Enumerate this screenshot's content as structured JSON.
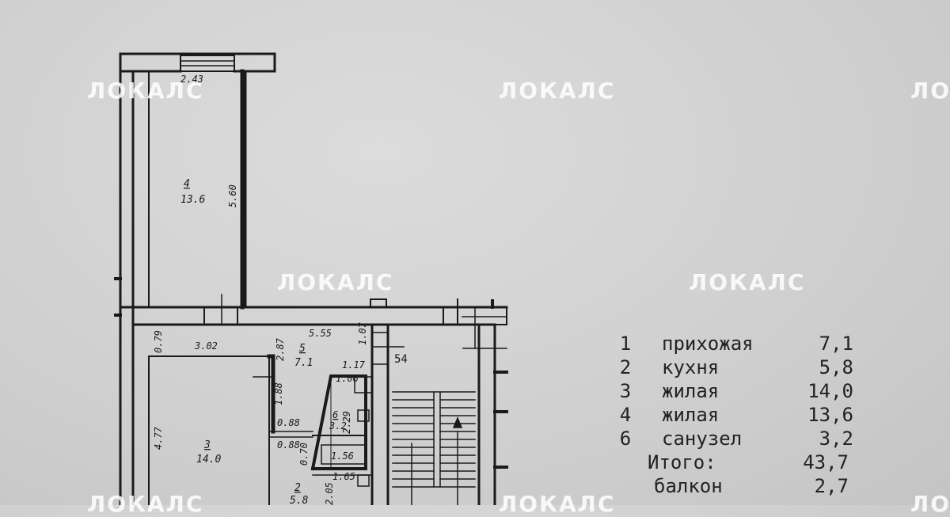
{
  "watermark": "ЛОКАЛС",
  "rooms": [
    {
      "id": "4",
      "area": "13.6"
    },
    {
      "id": "5",
      "area": "7.1"
    },
    {
      "id": "6",
      "area": "3.2"
    },
    {
      "id": "3",
      "area": "14.0"
    },
    {
      "id": "2",
      "area": "5.8"
    }
  ],
  "dimensions": [
    "2.43",
    "5.60",
    "0.79",
    "3.02",
    "2.87",
    "5.55",
    "1.07",
    "54",
    "1.17",
    "1.06",
    "1.88",
    "0.88",
    "2.29",
    "0.88",
    "0.70",
    "1.56",
    "1.65",
    "4.77",
    "2.05"
  ],
  "legend": {
    "items": [
      {
        "num": "1",
        "name": "прихожая",
        "area": "7,1"
      },
      {
        "num": "2",
        "name": "кухня",
        "area": "5,8"
      },
      {
        "num": "3",
        "name": "жилая",
        "area": "14,0"
      },
      {
        "num": "4",
        "name": "жилая",
        "area": "13,6"
      },
      {
        "num": "6",
        "name": "санузел",
        "area": "3,2"
      }
    ],
    "total_label": "Итого:",
    "total_area": "43,7",
    "balcony_label": "балкон",
    "balcony_area": "2,7"
  }
}
